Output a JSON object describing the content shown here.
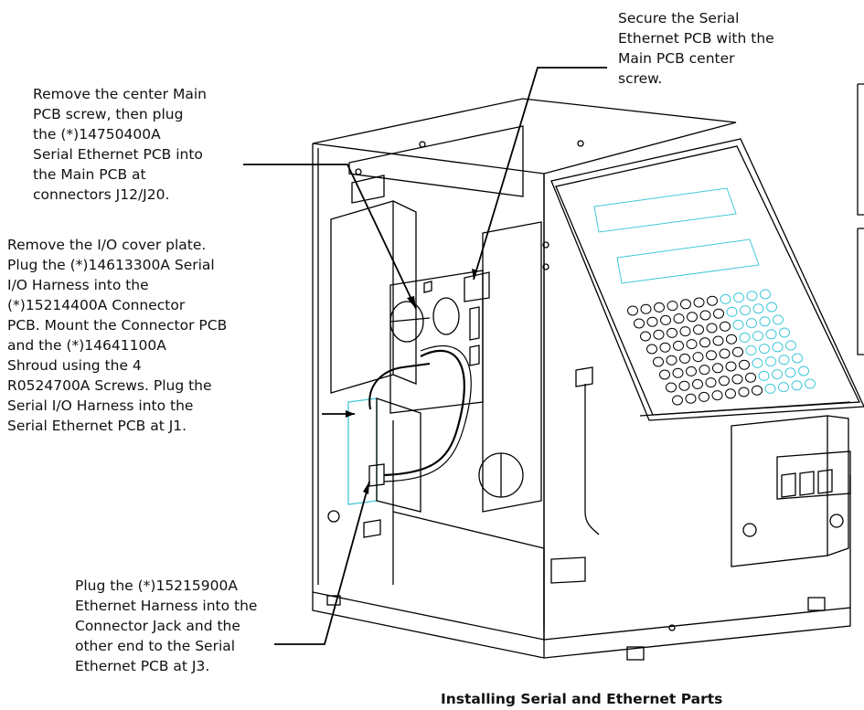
{
  "callouts": {
    "main_pcb": "Remove the center Main\nPCB screw, then plug\nthe (*)14750400A\nSerial Ethernet PCB into\nthe Main PCB at\nconnectors J12/J20.",
    "io_cover": "Remove the I/O cover plate.\nPlug the (*)14613300A Serial\nI/O Harness into the\n(*)15214400A Connector\nPCB. Mount the Connector PCB\nand the (*)14641100A\nShroud using the 4\nR0524700A Screws. Plug the\nSerial I/O Harness into the\nSerial Ethernet PCB at J1.",
    "ethernet_harness": "Plug the (*)15215900A\nEthernet Harness into the\nConnector Jack and the\nother end to the Serial\nEthernet PCB at J3.",
    "secure_pcb": "Secure the Serial\nEthernet PCB with the\nMain PCB center\nscrew."
  },
  "caption": "Installing Serial and Ethernet Parts",
  "colors": {
    "line": "#000000",
    "keypad_accent": "#40c8d8",
    "connector_pcb": "#7fd6c8"
  }
}
